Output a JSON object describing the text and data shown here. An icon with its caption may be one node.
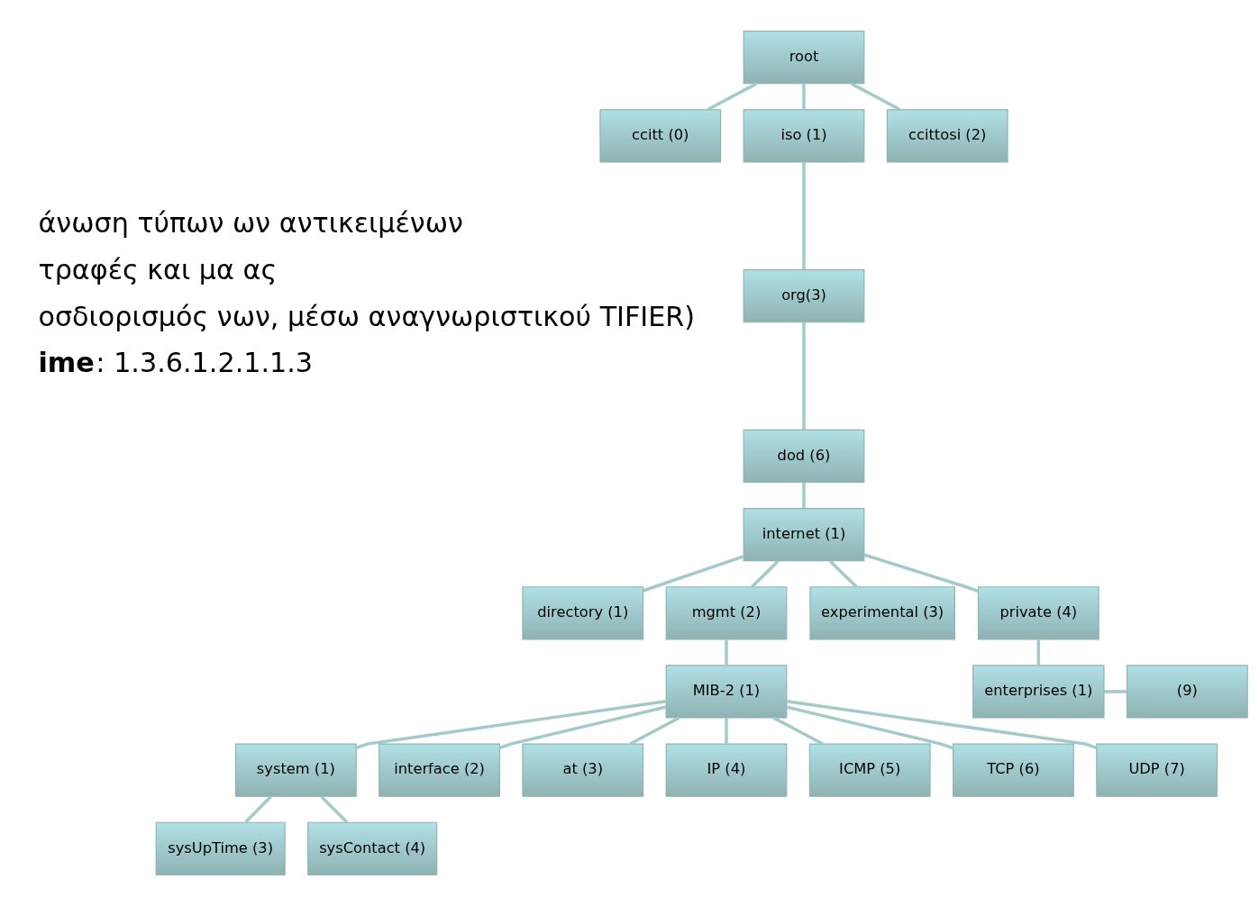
{
  "diagram": {
    "nodes": [
      {
        "text": [
          "root"
        ]
      },
      {
        "text": [
          "ccitt (0)"
        ]
      },
      {
        "text": [
          "iso (1)"
        ]
      },
      {
        "text": [
          "ccittosi (2)"
        ]
      },
      {
        "text": [
          "org(3)"
        ]
      },
      {
        "text": [
          "dod (6)"
        ]
      },
      {
        "text": [
          "internet (1)"
        ]
      },
      {
        "text": [
          "directory (1)"
        ]
      },
      {
        "text": [
          "mgmt (2)"
        ]
      },
      {
        "text": [
          "experimental (3)"
        ]
      },
      {
        "text": [
          "private (4)"
        ]
      },
      {
        "text": [
          "MIB-2 (1)"
        ]
      },
      {
        "text": [
          "enterprises (1)"
        ]
      },
      {
        "text": [
          "(9)"
        ]
      },
      {
        "text": [
          "system (1)"
        ]
      },
      {
        "text": [
          "interface (2)"
        ]
      },
      {
        "text": [
          "at (3)"
        ]
      },
      {
        "text": [
          "IP (4)"
        ]
      },
      {
        "text": [
          "ICMP (5)"
        ]
      },
      {
        "text": [
          "TCP (6)"
        ]
      },
      {
        "text": [
          "UDP (7)"
        ]
      },
      {
        "text": [
          "sysUpTime (3)"
        ]
      },
      {
        "text": [
          "sysContact (4)"
        ]
      }
    ],
    "edges": [
      {
        "from": 0,
        "to": 1,
        "arrow": "none"
      },
      {
        "from": 0,
        "to": 2,
        "arrow": "none"
      },
      {
        "from": 0,
        "to": 3,
        "arrow": "none"
      },
      {
        "from": 2,
        "to": 4,
        "arrow": "none"
      },
      {
        "from": 4,
        "to": 5,
        "arrow": "none"
      },
      {
        "from": 5,
        "to": 6,
        "arrow": "none"
      },
      {
        "from": 6,
        "to": 7,
        "arrow": "none"
      },
      {
        "from": 6,
        "to": 8,
        "arrow": "none"
      },
      {
        "from": 6,
        "to": 9,
        "arrow": "none"
      },
      {
        "from": 6,
        "to": 10,
        "arrow": "none"
      },
      {
        "from": 8,
        "to": 11,
        "arrow": "none"
      },
      {
        "from": 10,
        "to": 12,
        "arrow": "none"
      },
      {
        "from": 12,
        "to": 13,
        "arrow": "none"
      },
      {
        "from": 11,
        "to": 14,
        "arrow": "none"
      },
      {
        "from": 11,
        "to": 15,
        "arrow": "none"
      },
      {
        "from": 11,
        "to": 16,
        "arrow": "none"
      },
      {
        "from": 11,
        "to": 17,
        "arrow": "none"
      },
      {
        "from": 11,
        "to": 18,
        "arrow": "none"
      },
      {
        "from": 11,
        "to": 19,
        "arrow": "none"
      },
      {
        "from": 11,
        "to": 20,
        "arrow": "none"
      },
      {
        "from": 14,
        "to": 21,
        "arrow": "none"
      },
      {
        "from": 14,
        "to": 22,
        "arrow": "none"
      }
    ],
    "labels": [
      "άνωση τύπων ων αντικειμένων",
      "τραφές και μα ας",
      "οσδιορισμός νων, μέσω αναγνωριστικού ΤΙFIER)",
      "**ime**: 1.3.6.1.2.1.1.3"
    ]
  }
}
